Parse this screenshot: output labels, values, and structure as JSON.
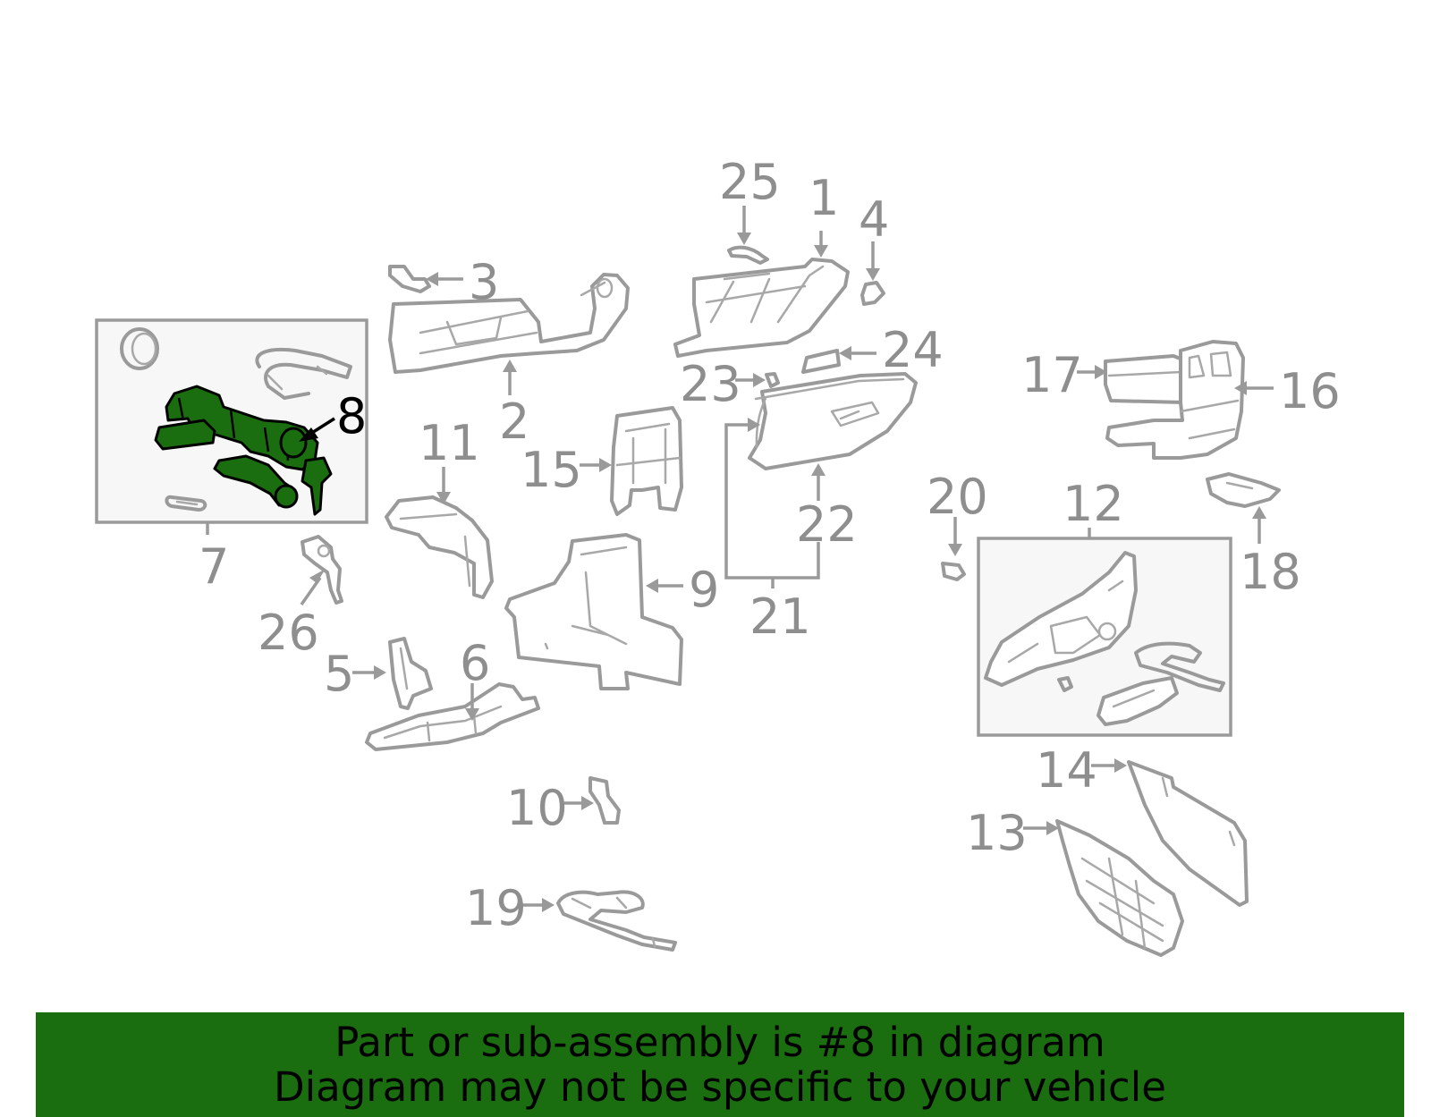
{
  "diagram": {
    "highlight_color": "#1a6e0f",
    "labels": {
      "p1": "1",
      "p2": "2",
      "p3": "3",
      "p4": "4",
      "p5": "5",
      "p6": "6",
      "p7": "7",
      "p8": "8",
      "p9": "9",
      "p10": "10",
      "p11": "11",
      "p12": "12",
      "p13": "13",
      "p14": "14",
      "p15": "15",
      "p16": "16",
      "p17": "17",
      "p18": "18",
      "p19": "19",
      "p20": "20",
      "p21": "21",
      "p22": "22",
      "p23": "23",
      "p24": "24",
      "p25": "25",
      "p26": "26"
    }
  },
  "banner": {
    "line1": "Part or sub-assembly is #8 in diagram",
    "line2": "Diagram may not be specific to your vehicle",
    "background": "#1a6e0f"
  }
}
